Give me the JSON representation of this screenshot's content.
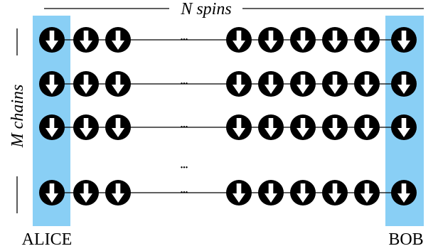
{
  "labels": {
    "top": "N spins",
    "left": "M chains",
    "bottom_left": "ALICE",
    "bottom_right": "BOB"
  },
  "ellipsis": "•••",
  "colors": {
    "highlight": "#89CFF5",
    "spin_fill": "#000000",
    "arrow": "#ffffff",
    "line": "#000000"
  },
  "icons": {
    "spin": "down-arrow-spin-icon"
  },
  "structure": {
    "rows": [
      "chain-1",
      "chain-2",
      "chain-3",
      "chain-ellipsis",
      "chain-M"
    ],
    "left_spin_count": 3,
    "right_spin_count": 6,
    "alice_label_under": "first spin column",
    "bob_label_under": "last spin column"
  }
}
